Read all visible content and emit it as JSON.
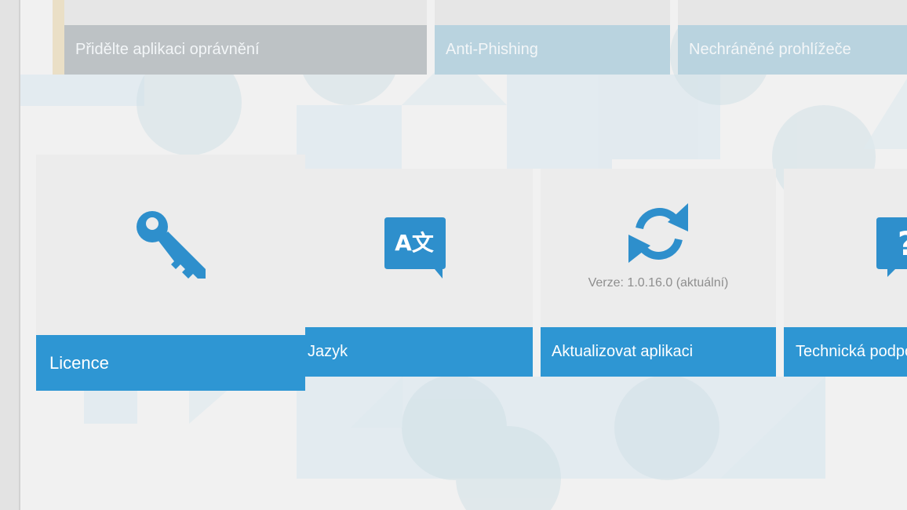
{
  "top_tiles": {
    "permissions_label": "Přidělte aplikaci oprávnění",
    "anti_phishing_label": "Anti-Phishing",
    "unprotected_browsers_label": "Nechráněné prohlížeče"
  },
  "tiles": {
    "licence": {
      "label": "Licence",
      "icon": "key-icon"
    },
    "language": {
      "label": "Jazyk",
      "icon": "translate-icon",
      "icon_text": "A文"
    },
    "update": {
      "label": "Aktualizovat aplikaci",
      "icon": "refresh-icon",
      "version": "Verze: 1.0.16.0 (aktuální)"
    },
    "support": {
      "label": "Technická podpora",
      "icon": "help-icon",
      "icon_text": "?"
    }
  },
  "colors": {
    "accent_blue": "#2e96d3",
    "faded_blue": "#b9d3df",
    "faded_gray": "#bdc2c5",
    "tile_bg": "#ececec"
  }
}
